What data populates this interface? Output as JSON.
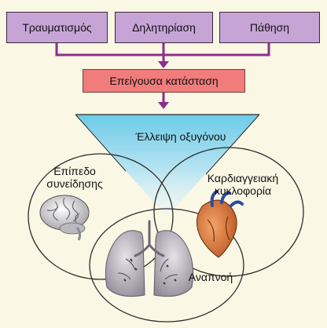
{
  "diagram": {
    "top_boxes": [
      "Τραυματισμός",
      "Δηλητηρίαση",
      "Πάθηση"
    ],
    "middle_box": "Επείγουσα κατάσταση",
    "funnel_label": "Έλλειψη οξυγόνου",
    "circles": {
      "left_label": "Επίπεδο συνείδησης",
      "right_label": "Καρδιαγγειακή κυκλοφορία",
      "bottom_label": "Αναπνοή"
    },
    "illustrations": [
      "brain",
      "heart",
      "lungs"
    ]
  },
  "colors": {
    "background": "#faf7e4",
    "top_box_fill": "#c6a4d6",
    "middle_box_fill": "#f07c7c",
    "connector": "#8e2e8c",
    "funnel_fill": "#7dcde8",
    "circle_stroke": "#2b2b2b"
  }
}
